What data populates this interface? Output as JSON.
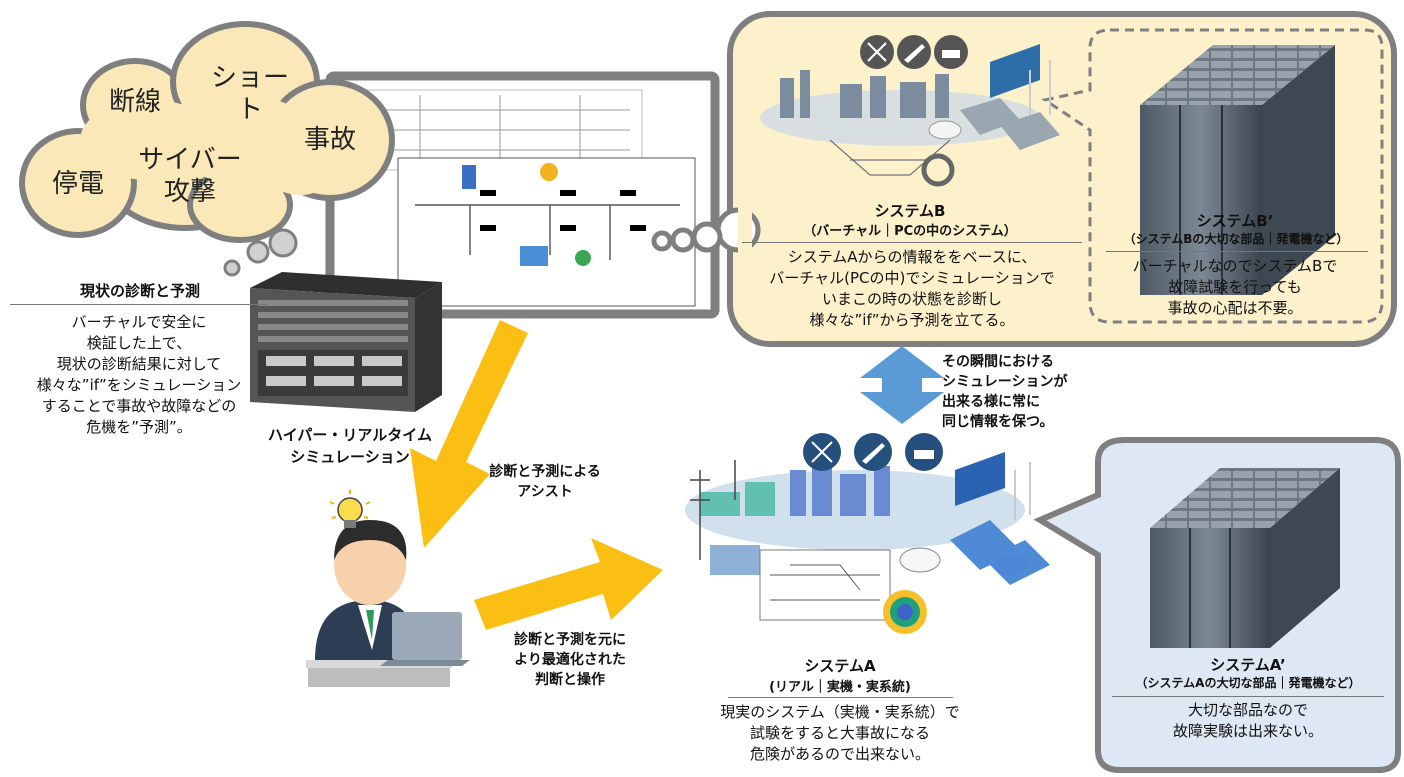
{
  "cloud": {
    "words": [
      "断線",
      "ショート",
      "事故",
      "サイバー\n攻撃",
      "停電"
    ]
  },
  "current_diagnosis": {
    "title": "現状の診断と予測",
    "lines": [
      "バーチャルで安全に",
      "検証した上で、",
      "現状の診断結果に対して",
      "様々な”if”をシミュレーション",
      "することで事故や故障などの",
      "危機を”予測”。"
    ]
  },
  "simulator": {
    "label_lines": [
      "ハイパー・リアルタイム",
      "シミュレーション"
    ]
  },
  "system_b": {
    "title": "システムB",
    "subtitle": "（バーチャル｜PCの中のシステム）",
    "lines": [
      "システムAからの情報ををベースに、",
      "バーチャル(PCの中)でシミュレーションで",
      "いまこの時の状態を診断し",
      "様々な”if”から予測を立てる。"
    ]
  },
  "system_b_prime": {
    "title": "システムB’",
    "subtitle": "（システムBの大切な部品｜発電機など）",
    "lines": [
      "バーチャルなのでシステムBで",
      "故障試験を行っても",
      "事故の心配は不要。"
    ]
  },
  "sync": {
    "lines": [
      "その瞬間における",
      "シミュレーションが",
      "出来る様に常に",
      "同じ情報を保つ。"
    ]
  },
  "assist": {
    "lines": [
      "診断と予測による",
      "アシスト"
    ]
  },
  "decision": {
    "lines": [
      "診断と予測を元に",
      "より最適化された",
      "判断と操作"
    ]
  },
  "system_a": {
    "title": "システムA",
    "subtitle": "(リアル｜実機・実系統)",
    "lines": [
      "現実のシステム（実機・実系統）で",
      "試験をすると大事故になる",
      "危険があるので出来ない。"
    ]
  },
  "system_a_prime": {
    "title": "システムA’",
    "subtitle": "（システムAの大切な部品｜発電機など）",
    "lines": [
      "大切な部品なので",
      "故障実験は出来ない。"
    ]
  },
  "colors": {
    "cloud_fill": "#fbe8b8",
    "yellow_panel": "#fdf1cc",
    "blue_panel": "#dde8f4",
    "frame_gray": "#7f7f7f",
    "arrow_yellow": "#fbbe13",
    "arrow_blue": "#5b9bd5"
  },
  "icons": [
    "drone-icon",
    "airplane-icon",
    "ship-icon",
    "lightbulb-icon",
    "server-rack-icon",
    "laptop-icon"
  ]
}
